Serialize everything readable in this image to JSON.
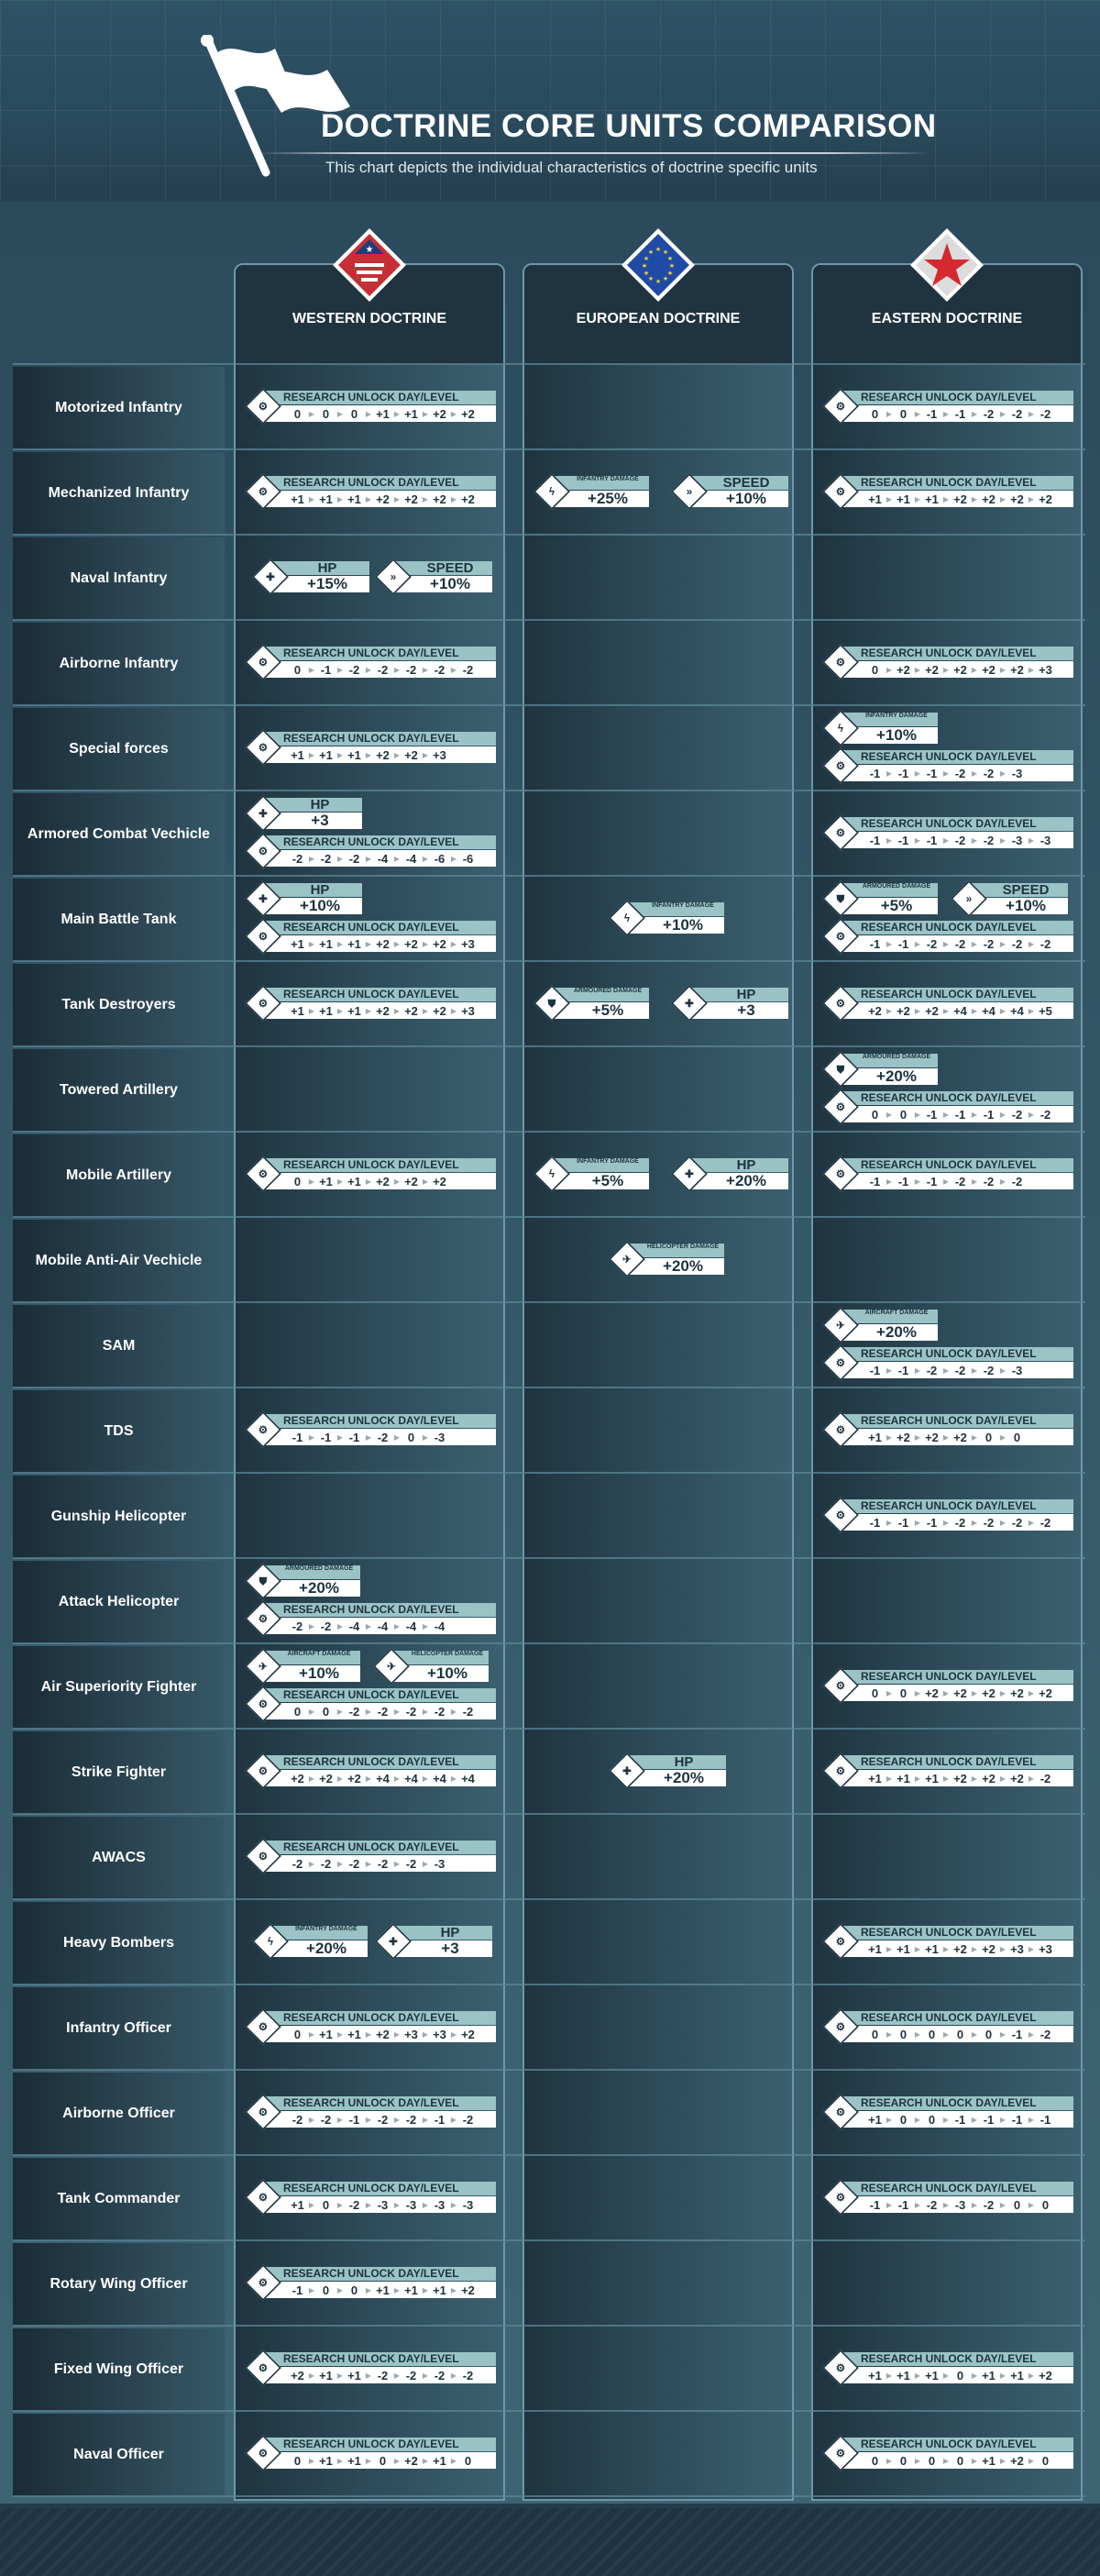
{
  "header": {
    "title": "DOCTRINE CORE UNITS COMPARISON",
    "subtitle": "This chart depicts the individual characteristics of doctrine specific units"
  },
  "doctrines": [
    {
      "name": "WESTERN DOCTRINE",
      "emblem": "us-flag-diamond-icon"
    },
    {
      "name": "EUROPEAN DOCTRINE",
      "emblem": "eu-stars-diamond-icon"
    },
    {
      "name": "EASTERN DOCTRINE",
      "emblem": "red-star-diamond-icon"
    }
  ],
  "research_label": "RESEARCH UNLOCK DAY/LEVEL",
  "colors": {
    "accent_label": "#9bc3c6",
    "text_dark": "#1d3340",
    "column_border": "#6e98aa"
  },
  "rows": [
    {
      "unit": "Motorized Infantry",
      "cells": [
        [
          {
            "type": "research",
            "values": [
              "0",
              "0",
              "0",
              "+1",
              "+1",
              "+2",
              "+2"
            ]
          }
        ],
        [],
        [
          {
            "type": "research",
            "values": [
              "0",
              "0",
              "-1",
              "-1",
              "-2",
              "-2",
              "-2"
            ]
          }
        ]
      ]
    },
    {
      "unit": "Mechanized Infantry",
      "cells": [
        [
          {
            "type": "research",
            "values": [
              "+1",
              "+1",
              "+1",
              "+2",
              "+2",
              "+2",
              "+2"
            ]
          }
        ],
        [
          {
            "type": "badge",
            "label": "INFANTRY DAMAGE",
            "value": "+25%",
            "icon": "lightning-icon"
          },
          {
            "type": "badge",
            "label": "SPEED",
            "value": "+10%",
            "icon": "speed-icon"
          }
        ],
        [
          {
            "type": "research",
            "values": [
              "+1",
              "+1",
              "+1",
              "+2",
              "+2",
              "+2",
              "+2"
            ]
          }
        ]
      ]
    },
    {
      "unit": "Naval Infantry",
      "cells": [
        [
          {
            "type": "badge",
            "label": "HP",
            "value": "+15%",
            "icon": "hp-cross-icon"
          },
          {
            "type": "badge",
            "label": "SPEED",
            "value": "+10%",
            "icon": "speed-icon"
          }
        ],
        [],
        []
      ]
    },
    {
      "unit": "Airborne Infantry",
      "cells": [
        [
          {
            "type": "research",
            "values": [
              "0",
              "-1",
              "-2",
              "-2",
              "-2",
              "-2",
              "-2"
            ]
          }
        ],
        [],
        [
          {
            "type": "research",
            "values": [
              "0",
              "+2",
              "+2",
              "+2",
              "+2",
              "+2",
              "+3"
            ]
          }
        ]
      ]
    },
    {
      "unit": "Special forces",
      "cells": [
        [
          {
            "type": "research",
            "values": [
              "+1",
              "+1",
              "+1",
              "+2",
              "+2",
              "+3"
            ]
          }
        ],
        [],
        [
          {
            "type": "badge",
            "label": "INFANTRY DAMAGE",
            "value": "+10%",
            "icon": "lightning-icon"
          },
          {
            "type": "research",
            "values": [
              "-1",
              "-1",
              "-1",
              "-2",
              "-2",
              "-3"
            ]
          }
        ]
      ]
    },
    {
      "unit": "Armored Combat Vechicle",
      "cells": [
        [
          {
            "type": "badge",
            "label": "HP",
            "value": "+3",
            "icon": "hp-cross-icon"
          },
          {
            "type": "research",
            "values": [
              "-2",
              "-2",
              "-2",
              "-4",
              "-4",
              "-6",
              "-6"
            ]
          }
        ],
        [],
        [
          {
            "type": "research",
            "values": [
              "-1",
              "-1",
              "-1",
              "-2",
              "-2",
              "-3",
              "-3"
            ]
          }
        ]
      ]
    },
    {
      "unit": "Main Battle Tank",
      "cells": [
        [
          {
            "type": "badge",
            "label": "HP",
            "value": "+10%",
            "icon": "hp-cross-icon"
          },
          {
            "type": "research",
            "values": [
              "+1",
              "+1",
              "+1",
              "+2",
              "+2",
              "+2",
              "+3"
            ]
          }
        ],
        [
          {
            "type": "badge",
            "label": "INFANTRY DAMAGE",
            "value": "+10%",
            "icon": "lightning-icon"
          }
        ],
        [
          {
            "type": "badge",
            "label": "ARMOURED DAMAGE",
            "value": "+5%",
            "icon": "shield-icon"
          },
          {
            "type": "badge",
            "label": "SPEED",
            "value": "+10%",
            "icon": "speed-icon"
          },
          {
            "type": "research",
            "values": [
              "-1",
              "-1",
              "-2",
              "-2",
              "-2",
              "-2",
              "-2"
            ]
          }
        ]
      ]
    },
    {
      "unit": "Tank Destroyers",
      "cells": [
        [
          {
            "type": "research",
            "values": [
              "+1",
              "+1",
              "+1",
              "+2",
              "+2",
              "+2",
              "+3"
            ]
          }
        ],
        [
          {
            "type": "badge",
            "label": "ARMOURED DAMAGE",
            "value": "+5%",
            "icon": "shield-icon"
          },
          {
            "type": "badge",
            "label": "HP",
            "value": "+3",
            "icon": "hp-cross-icon"
          }
        ],
        [
          {
            "type": "research",
            "values": [
              "+2",
              "+2",
              "+2",
              "+4",
              "+4",
              "+4",
              "+5"
            ]
          }
        ]
      ]
    },
    {
      "unit": "Towered Artillery",
      "cells": [
        [],
        [],
        [
          {
            "type": "badge",
            "label": "ARMOURED DAMAGE",
            "value": "+20%",
            "icon": "shield-icon"
          },
          {
            "type": "research",
            "values": [
              "0",
              "0",
              "-1",
              "-1",
              "-1",
              "-2",
              "-2"
            ]
          }
        ]
      ]
    },
    {
      "unit": "Mobile Artillery",
      "cells": [
        [
          {
            "type": "research",
            "values": [
              "0",
              "+1",
              "+1",
              "+2",
              "+2",
              "+2"
            ]
          }
        ],
        [
          {
            "type": "badge",
            "label": "INFANTRY DAMAGE",
            "value": "+5%",
            "icon": "lightning-icon"
          },
          {
            "type": "badge",
            "label": "HP",
            "value": "+20%",
            "icon": "hp-cross-icon"
          }
        ],
        [
          {
            "type": "research",
            "values": [
              "-1",
              "-1",
              "-1",
              "-2",
              "-2",
              "-2"
            ]
          }
        ]
      ]
    },
    {
      "unit": "Mobile Anti-Air Vechicle",
      "cells": [
        [],
        [
          {
            "type": "badge",
            "label": "HELICOPTER DAMAGE",
            "value": "+20%",
            "icon": "helicopter-icon"
          }
        ],
        []
      ]
    },
    {
      "unit": "SAM",
      "cells": [
        [],
        [],
        [
          {
            "type": "badge",
            "label": "AIRCRAFT DAMAGE",
            "value": "+20%",
            "icon": "aircraft-icon"
          },
          {
            "type": "research",
            "values": [
              "-1",
              "-1",
              "-2",
              "-2",
              "-2",
              "-3"
            ]
          }
        ]
      ]
    },
    {
      "unit": "TDS",
      "cells": [
        [
          {
            "type": "research",
            "values": [
              "-1",
              "-1",
              "-1",
              "-2",
              "0",
              "-3"
            ]
          }
        ],
        [],
        [
          {
            "type": "research",
            "values": [
              "+1",
              "+2",
              "+2",
              "+2",
              "0",
              "0"
            ]
          }
        ]
      ]
    },
    {
      "unit": "Gunship Helicopter",
      "cells": [
        [],
        [],
        [
          {
            "type": "research",
            "values": [
              "-1",
              "-1",
              "-1",
              "-2",
              "-2",
              "-2",
              "-2"
            ]
          }
        ]
      ]
    },
    {
      "unit": "Attack Helicopter",
      "cells": [
        [
          {
            "type": "badge",
            "label": "ARMOURED DAMAGE",
            "value": "+20%",
            "icon": "shield-icon"
          },
          {
            "type": "research",
            "values": [
              "-2",
              "-2",
              "-4",
              "-4",
              "-4",
              "-4"
            ]
          }
        ],
        [],
        []
      ]
    },
    {
      "unit": "Air Superiority Fighter",
      "cells": [
        [
          {
            "type": "badge",
            "label": "AIRCRAFT DAMAGE",
            "value": "+10%",
            "icon": "aircraft-icon"
          },
          {
            "type": "badge",
            "label": "HELICOPTER DAMAGE",
            "value": "+10%",
            "icon": "helicopter-icon"
          },
          {
            "type": "research",
            "values": [
              "0",
              "0",
              "-2",
              "-2",
              "-2",
              "-2",
              "-2"
            ]
          }
        ],
        [],
        [
          {
            "type": "research",
            "values": [
              "0",
              "0",
              "+2",
              "+2",
              "+2",
              "+2",
              "+2"
            ]
          }
        ]
      ]
    },
    {
      "unit": "Strike Fighter",
      "cells": [
        [
          {
            "type": "research",
            "values": [
              "+2",
              "+2",
              "+2",
              "+4",
              "+4",
              "+4",
              "+4"
            ]
          }
        ],
        [
          {
            "type": "badge",
            "label": "HP",
            "value": "+20%",
            "icon": "hp-cross-icon"
          }
        ],
        [
          {
            "type": "research",
            "values": [
              "+1",
              "+1",
              "+1",
              "+2",
              "+2",
              "+2",
              "-2"
            ]
          }
        ]
      ]
    },
    {
      "unit": "AWACS",
      "cells": [
        [
          {
            "type": "research",
            "values": [
              "-2",
              "-2",
              "-2",
              "-2",
              "-2",
              "-3"
            ]
          }
        ],
        [],
        []
      ]
    },
    {
      "unit": "Heavy Bombers",
      "cells": [
        [
          {
            "type": "badge",
            "label": "INFANTRY DAMAGE",
            "value": "+20%",
            "icon": "lightning-icon"
          },
          {
            "type": "badge",
            "label": "HP",
            "value": "+3",
            "icon": "hp-cross-icon"
          }
        ],
        [],
        [
          {
            "type": "research",
            "values": [
              "+1",
              "+1",
              "+1",
              "+2",
              "+2",
              "+3",
              "+3"
            ]
          }
        ]
      ]
    },
    {
      "unit": "Infantry Officer",
      "cells": [
        [
          {
            "type": "research",
            "values": [
              "0",
              "+1",
              "+1",
              "+2",
              "+3",
              "+3",
              "+2"
            ]
          }
        ],
        [],
        [
          {
            "type": "research",
            "values": [
              "0",
              "0",
              "0",
              "0",
              "0",
              "-1",
              "-2"
            ]
          }
        ]
      ]
    },
    {
      "unit": "Airborne Officer",
      "cells": [
        [
          {
            "type": "research",
            "values": [
              "-2",
              "-2",
              "-1",
              "-2",
              "-2",
              "-1",
              "-2"
            ]
          }
        ],
        [],
        [
          {
            "type": "research",
            "values": [
              "+1",
              "0",
              "0",
              "-1",
              "-1",
              "-1",
              "-1"
            ]
          }
        ]
      ]
    },
    {
      "unit": "Tank Commander",
      "cells": [
        [
          {
            "type": "research",
            "values": [
              "+1",
              "0",
              "-2",
              "-3",
              "-3",
              "-3",
              "-3"
            ]
          }
        ],
        [],
        [
          {
            "type": "research",
            "values": [
              "-1",
              "-1",
              "-2",
              "-3",
              "-2",
              "0",
              "0"
            ]
          }
        ]
      ]
    },
    {
      "unit": "Rotary Wing Officer",
      "cells": [
        [
          {
            "type": "research",
            "values": [
              "-1",
              "0",
              "0",
              "+1",
              "+1",
              "+1",
              "+2"
            ]
          }
        ],
        [],
        []
      ]
    },
    {
      "unit": "Fixed Wing Officer",
      "cells": [
        [
          {
            "type": "research",
            "values": [
              "+2",
              "+1",
              "+1",
              "-2",
              "-2",
              "-2",
              "-2"
            ]
          }
        ],
        [],
        [
          {
            "type": "research",
            "values": [
              "+1",
              "+1",
              "+1",
              "0",
              "+1",
              "+1",
              "+2"
            ]
          }
        ]
      ]
    },
    {
      "unit": "Naval Officer",
      "cells": [
        [
          {
            "type": "research",
            "values": [
              "0",
              "+1",
              "+1",
              "0",
              "+2",
              "+1",
              "0"
            ]
          }
        ],
        [],
        [
          {
            "type": "research",
            "values": [
              "0",
              "0",
              "0",
              "0",
              "+1",
              "+2",
              "0"
            ]
          }
        ]
      ]
    }
  ]
}
